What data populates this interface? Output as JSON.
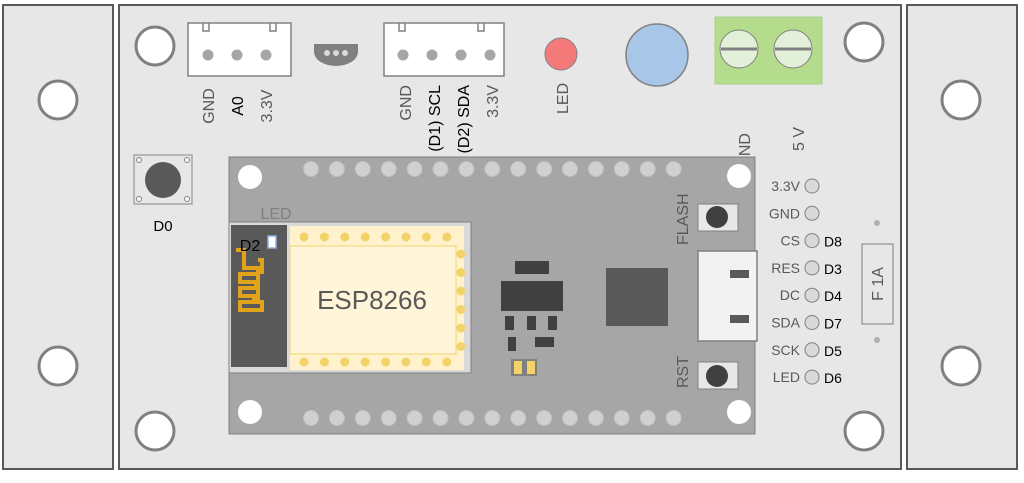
{
  "connectors": {
    "analog_pins": [
      "GND",
      "A0",
      "3.3V"
    ],
    "i2c_pins": [
      "GND",
      "(D1) SCL",
      "(D2) SDA",
      "3.3V"
    ],
    "led_label": "LED",
    "power_pins": [
      "GND",
      "5 V"
    ]
  },
  "button_d0_label": "D0",
  "board": {
    "led_label": "LED",
    "d2_label": "D2",
    "chip_label": "ESP8266",
    "flash_label": "FLASH",
    "rst_label": "RST"
  },
  "display_header": [
    {
      "pin": "3.3V",
      "signal": ""
    },
    {
      "pin": "GND",
      "signal": ""
    },
    {
      "pin": "CS",
      "signal": "D8"
    },
    {
      "pin": "RES",
      "signal": "D3"
    },
    {
      "pin": "DC",
      "signal": "D4"
    },
    {
      "pin": "SDA",
      "signal": "D7"
    },
    {
      "pin": "SCK",
      "signal": "D5"
    },
    {
      "pin": "LED",
      "signal": "D6"
    }
  ],
  "fuse_label": "F 1A",
  "colors": {
    "panel": "#e7e7e7",
    "side_panel": "#e7e7e7",
    "pcb": "#a6a6a6",
    "module": "#f7efe0",
    "module_inner": "#fff5d8",
    "gold": "#f3d26a",
    "antenna": "#e0a31a",
    "red_led": "#f47a7a",
    "blue_button": "#a8c6e8",
    "terminal_green": "#b5dc8c",
    "chip": "#595959"
  }
}
